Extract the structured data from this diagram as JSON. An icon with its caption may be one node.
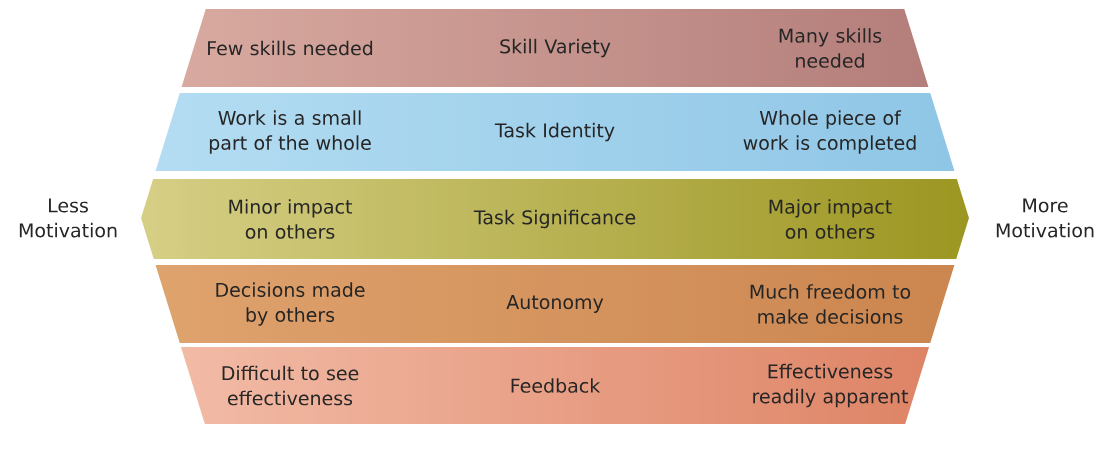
{
  "diagram": {
    "nodes": [
      {
        "text": [
          "Few skills needed",
          "Skill Variety",
          "Many skills needed"
        ]
      },
      {
        "text": [
          "Work is a small part of the whole",
          "Task Identity",
          "Whole piece of work is completed"
        ]
      },
      {
        "text": [
          "Minor impact on others",
          "Task Significance",
          "Major impact on others"
        ]
      },
      {
        "text": [
          "Decisions made by others",
          "Autonomy",
          "Much freedom to make decisions"
        ]
      },
      {
        "text": [
          "Difficult to see effectiveness",
          "Feedback",
          "Effectiveness readily apparent"
        ]
      }
    ],
    "labels": [
      "Less Motivation",
      "More Motivation"
    ]
  }
}
